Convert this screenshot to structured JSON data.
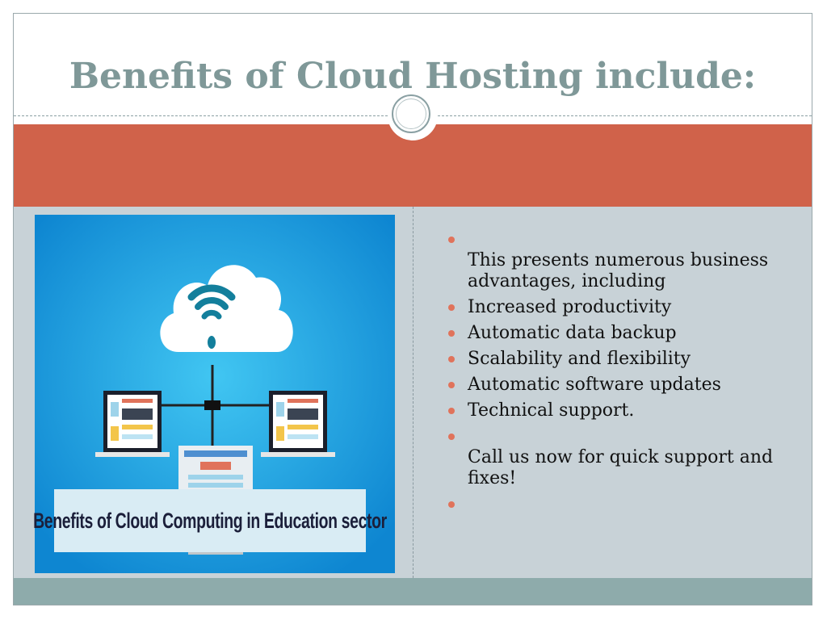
{
  "slide": {
    "title": "Benefits of Cloud Hosting include:"
  },
  "image": {
    "caption": "Benefits of Cloud Computing in Education sector",
    "icons": [
      "cloud-wifi-icon",
      "laptop-icon",
      "laptop-icon",
      "monitor-icon"
    ]
  },
  "bullets": [
    {
      "text": "This presents numerous business advantages, including",
      "lead": true
    },
    {
      "text": "Increased productivity"
    },
    {
      "text": "Automatic data backup"
    },
    {
      "text": "Scalability and flexibility"
    },
    {
      "text": "Automatic software updates"
    },
    {
      "text": "Technical support."
    },
    {
      "text": "Call us now for quick support and fixes!",
      "lead": true
    },
    {
      "text": ""
    }
  ],
  "colors": {
    "title": "#7f9898",
    "band": "#d0624a",
    "content_bg": "#c8d2d7",
    "footer": "#8eabab",
    "bullet": "#e0735b"
  }
}
